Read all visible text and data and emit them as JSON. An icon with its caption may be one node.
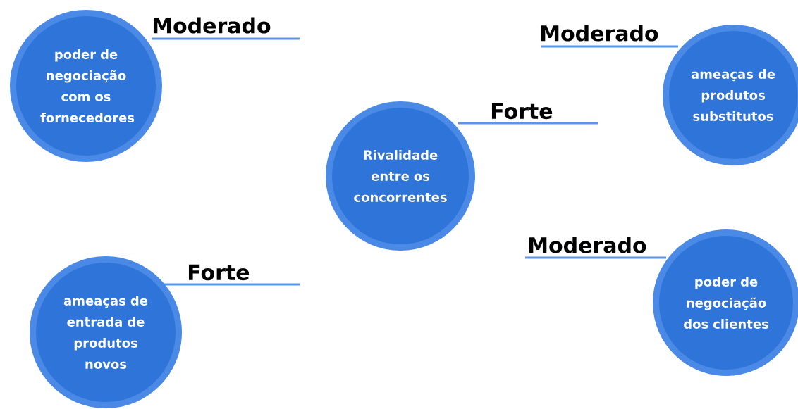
{
  "diagram": {
    "nodes": [
      {
        "text": [
          "poder de negociação com os fornecedores"
        ],
        "beside": [
          "Moderado"
        ]
      },
      {
        "text": [
          "ameaças de produtos substitutos"
        ],
        "beside": [
          "Moderado"
        ]
      },
      {
        "text": [
          "Rivalidade entre os concorrentes"
        ],
        "beside": [
          "Forte"
        ]
      },
      {
        "text": [
          "poder de negociação dos clientes"
        ],
        "beside": [
          "Moderado"
        ]
      },
      {
        "text": [
          "ameaças de entrada de produtos novos"
        ],
        "beside": [
          "Forte"
        ]
      }
    ]
  }
}
